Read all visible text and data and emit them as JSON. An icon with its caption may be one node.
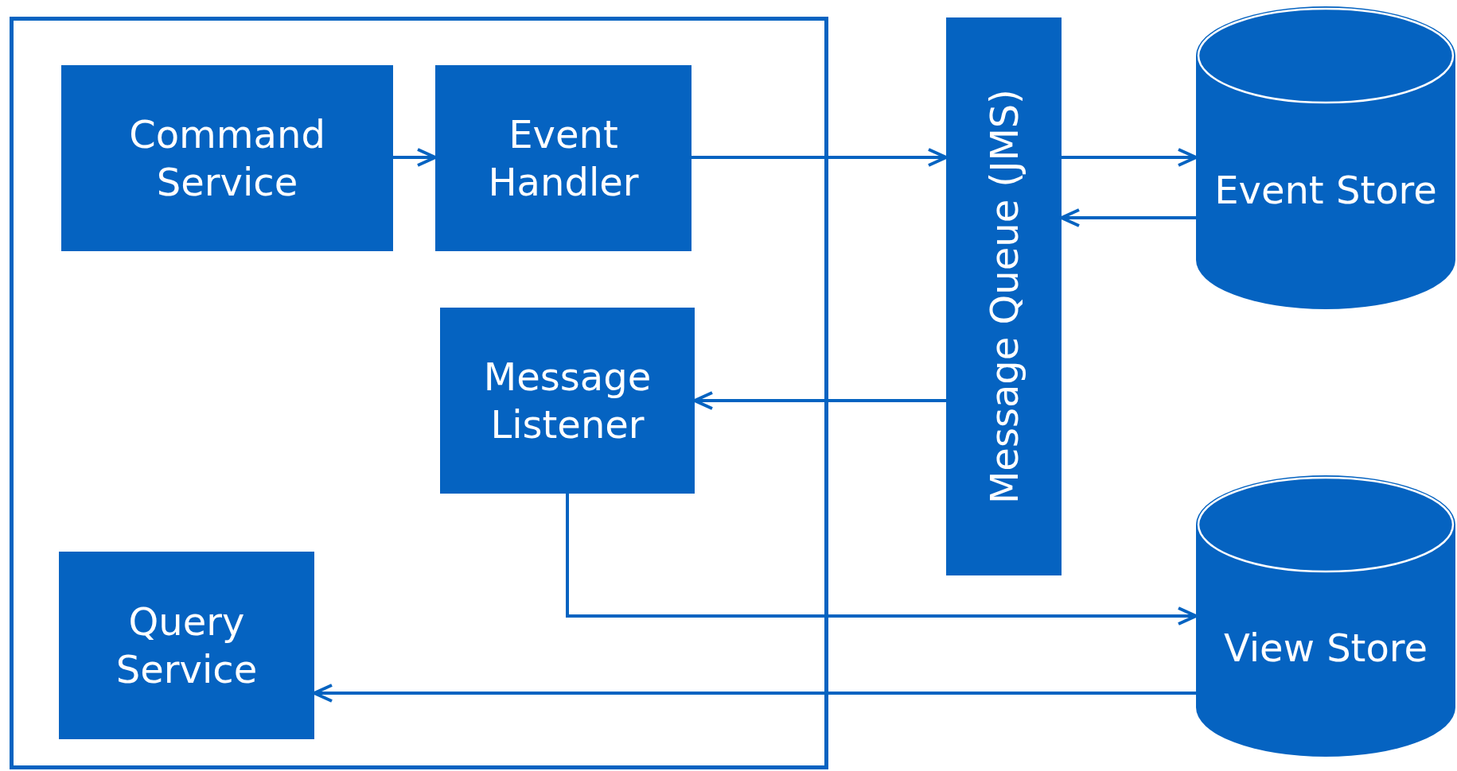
{
  "diagram": {
    "nodes": [
      {
        "text": [],
        "shape": "box"
      },
      {
        "text": [
          "Command Service"
        ],
        "in": 0
      },
      {
        "text": [
          "Event Handler"
        ],
        "in": 0
      },
      {
        "text": [
          "Message Queue (JMS)"
        ]
      },
      {
        "text": [
          "Event Store"
        ]
      },
      {
        "text": [
          "Message Listener"
        ],
        "in": 0
      },
      {
        "text": [
          "View Store"
        ]
      },
      {
        "text": [
          "Query Service"
        ],
        "in": 0
      }
    ],
    "edges": [
      {
        "from": 1,
        "to": 2,
        "arrow": "to"
      },
      {
        "from": 2,
        "to": 3,
        "arrow": "to"
      },
      {
        "from": 3,
        "to": 4,
        "arrow": "to"
      },
      {
        "from": 4,
        "to": 3,
        "arrow": "to"
      },
      {
        "from": 3,
        "to": 5,
        "arrow": "to"
      },
      {
        "from": 5,
        "to": 6,
        "arrow": "to"
      },
      {
        "from": 6,
        "to": 7,
        "arrow": "to"
      }
    ]
  }
}
